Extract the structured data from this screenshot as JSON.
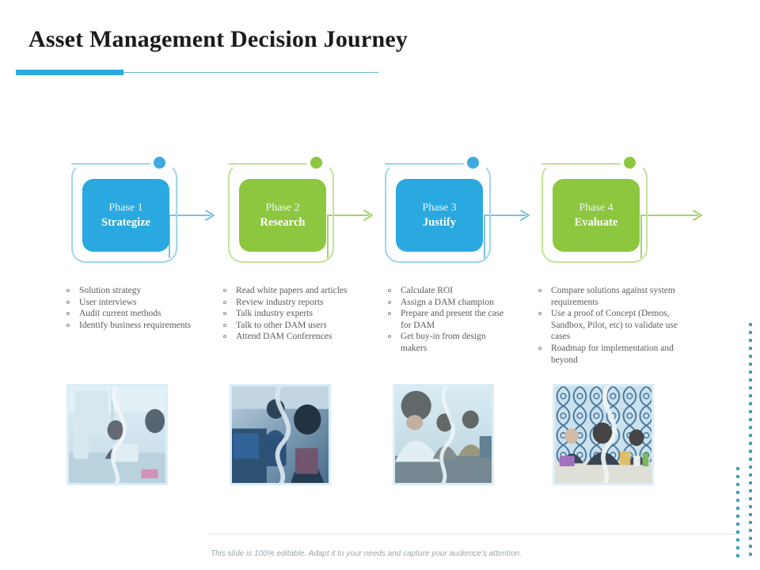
{
  "header": {
    "title": "Asset Management Decision Journey",
    "accent_thick": "#29a9df",
    "accent_thin": "#6fb9bd"
  },
  "colors": {
    "blue": "#29a9df",
    "blue_light": "#9ed5ef",
    "green": "#8dc63f",
    "green_light": "#c3e29a",
    "text_body": "#5b5b5b",
    "footer_text": "#9aa6ad",
    "dots": "#3d9fb0"
  },
  "phases": [
    {
      "number_label": "Phase 1",
      "name": "Strategize",
      "color": "blue",
      "bullets": [
        "Solution strategy",
        "User interviews",
        "Audit current methods",
        "Identify business requirements"
      ],
      "photo_alt": "woman working at laptop in bright office"
    },
    {
      "number_label": "Phase 2",
      "name": "Research",
      "color": "green",
      "bullets": [
        "Read white papers and articles",
        "Review industry reports",
        "Talk industry experts",
        "Talk to other DAM users",
        "Attend DAM Conferences"
      ],
      "photo_alt": "two colleagues at computer desks"
    },
    {
      "number_label": "Phase 3",
      "name": "Justify",
      "color": "blue",
      "bullets": [
        "Calculate ROI",
        "Assign a DAM champion",
        "Prepare and present the case for DAM",
        "Get buy-in from design makers"
      ],
      "photo_alt": "three people talking in a meeting"
    },
    {
      "number_label": "Phase 4",
      "name": "Evaluate",
      "color": "green",
      "bullets": [
        "Compare solutions  against system requirements",
        "Use a proof of Concept (Demos, Sandbox, Pilot, etc) to validate use cases",
        "Roadmap for implementation and beyond"
      ],
      "photo_alt": "three women at a table with patterned wallpaper"
    }
  ],
  "footer": {
    "note": "This slide is 100% editable. Adapt it to your needs and capture your audience's attention."
  }
}
